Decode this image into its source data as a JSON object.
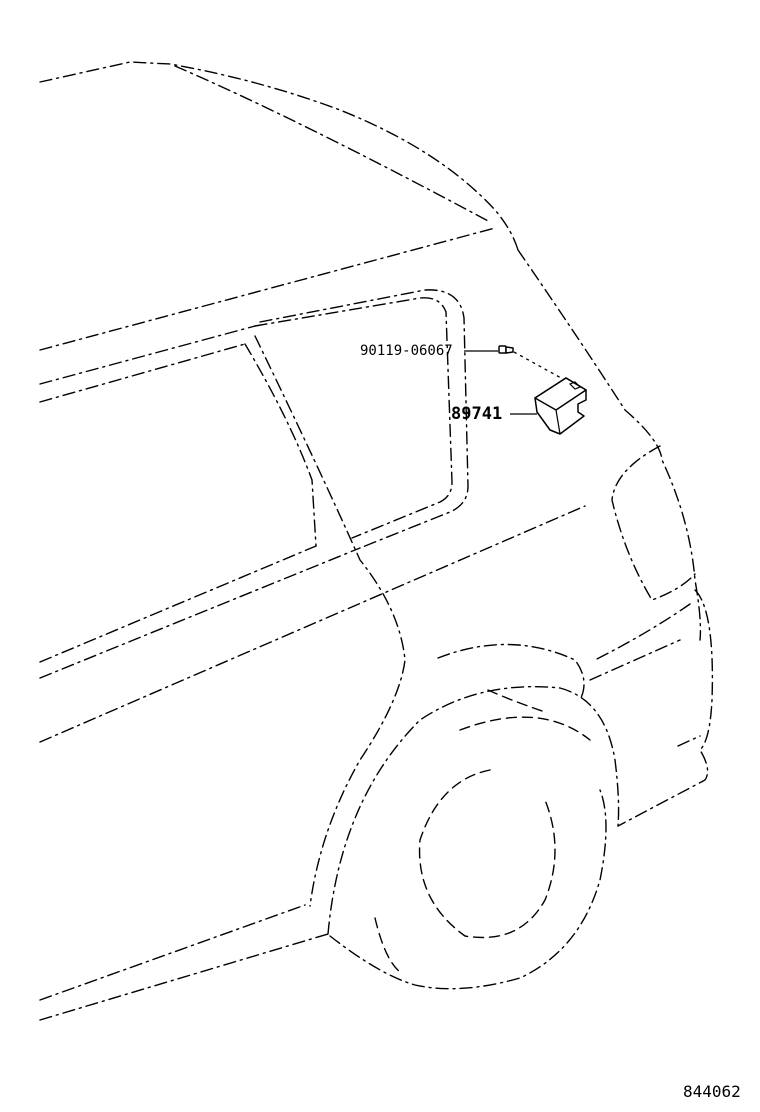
{
  "parts": [
    {
      "part_number": "90119-06067"
    },
    {
      "part_number": "89741"
    }
  ],
  "figure_number": "844062"
}
